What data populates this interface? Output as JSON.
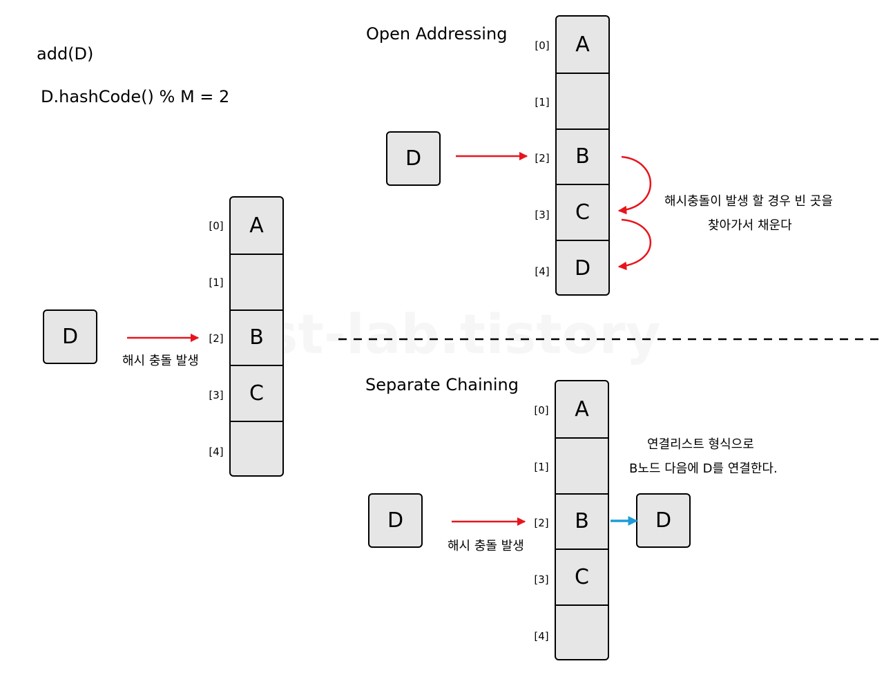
{
  "header": {
    "call": "add(D)",
    "hash_expr": "D.hashCode() % M = 2"
  },
  "indices": [
    "[0]",
    "[1]",
    "[2]",
    "[3]",
    "[4]"
  ],
  "left": {
    "cells": [
      "A",
      "",
      "B",
      "C",
      ""
    ],
    "incoming": "D",
    "arrow_label": "해시 충돌 발생"
  },
  "open": {
    "title": "Open Addressing",
    "cells": [
      "A",
      "",
      "B",
      "C",
      "D"
    ],
    "incoming": "D",
    "note_line1": "해시충돌이 발생 할 경우 빈 곳을",
    "note_line2": "찾아가서 채운다"
  },
  "chain": {
    "title": "Separate Chaining",
    "cells": [
      "A",
      "",
      "B",
      "C",
      ""
    ],
    "incoming": "D",
    "arrow_label": "해시 충돌 발생",
    "linked": "D",
    "note_line1": "연결리스트 형식으로",
    "note_line2": "B노드 다음에 D를 연결한다."
  },
  "watermark": "st-lab.tistory",
  "colors": {
    "arrow_red": "#e8141c",
    "arrow_blue": "#1e9bd7",
    "box_fill": "#e6e6e6"
  }
}
